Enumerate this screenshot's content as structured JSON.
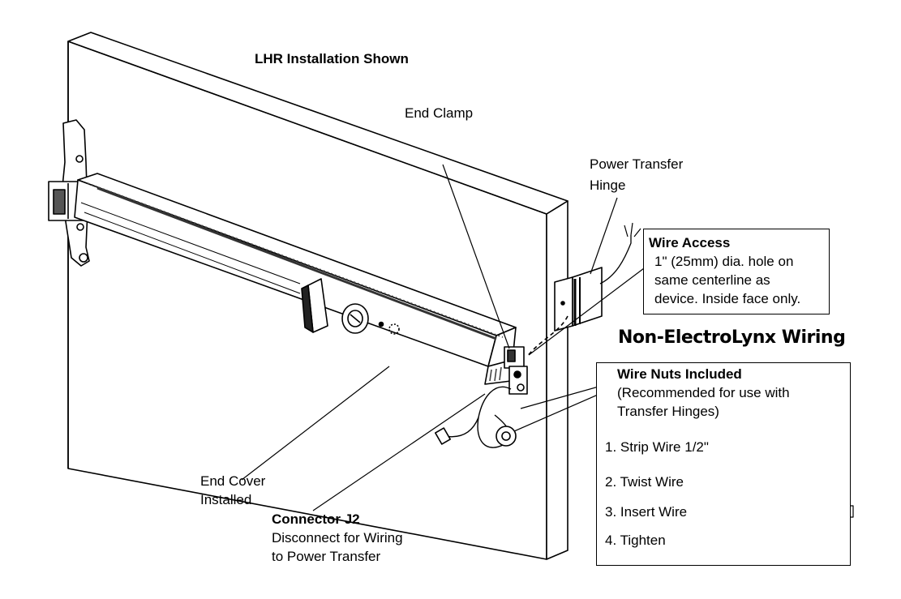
{
  "title": "LHR Installation Shown",
  "labels": {
    "end_clamp": "End Clamp",
    "power_transfer_hinge": [
      "Power Transfer",
      "Hinge"
    ],
    "end_cover": [
      "End Cover",
      "Installed"
    ],
    "connector_title": "Connector J2",
    "connector_desc": [
      "Disconnect for Wiring",
      "to Power Transfer"
    ]
  },
  "wire_access": {
    "title": "Wire Access",
    "lines": [
      "1\" (25mm) dia. hole on",
      "same centerline as",
      "device. Inside face only."
    ]
  },
  "wiring_heading": "Non-ElectroLynx Wiring",
  "wire_nuts": {
    "title": "Wire Nuts Included",
    "subtitle": [
      "(Recommended for use with",
      "Transfer Hinges)"
    ],
    "steps": [
      "1.  Strip Wire 1/2\"",
      "2.  Twist Wire",
      "3.  Insert Wire",
      "4.  Tighten"
    ]
  }
}
